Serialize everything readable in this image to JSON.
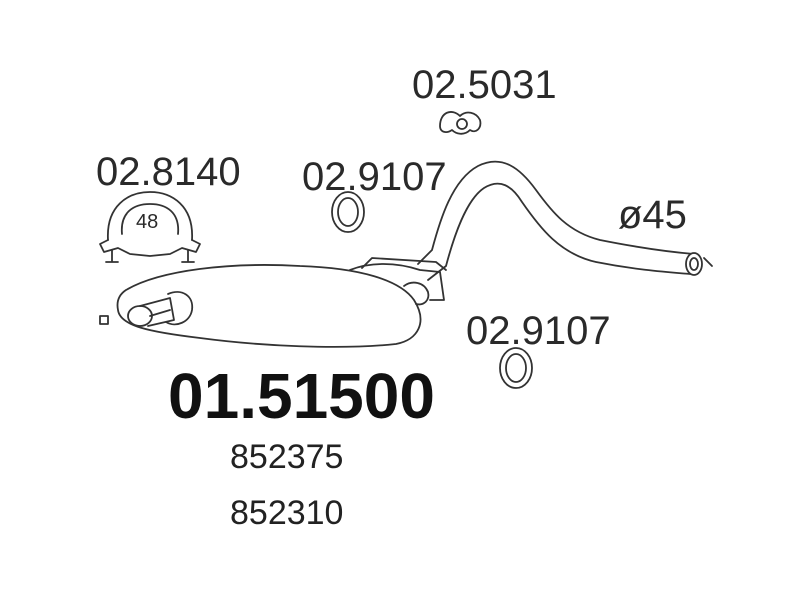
{
  "parts": {
    "bracket_top": "02.5031",
    "clamp": "02.8140",
    "clamp_size": "48",
    "gasket_upper": "02.9107",
    "gasket_lower": "02.9107",
    "pipe_diameter": "ø45"
  },
  "main_part": {
    "number": "01.51500",
    "ref_1": "852375",
    "ref_2": "852310"
  },
  "colors": {
    "line": "#333333",
    "text": "#2a2a2a"
  }
}
